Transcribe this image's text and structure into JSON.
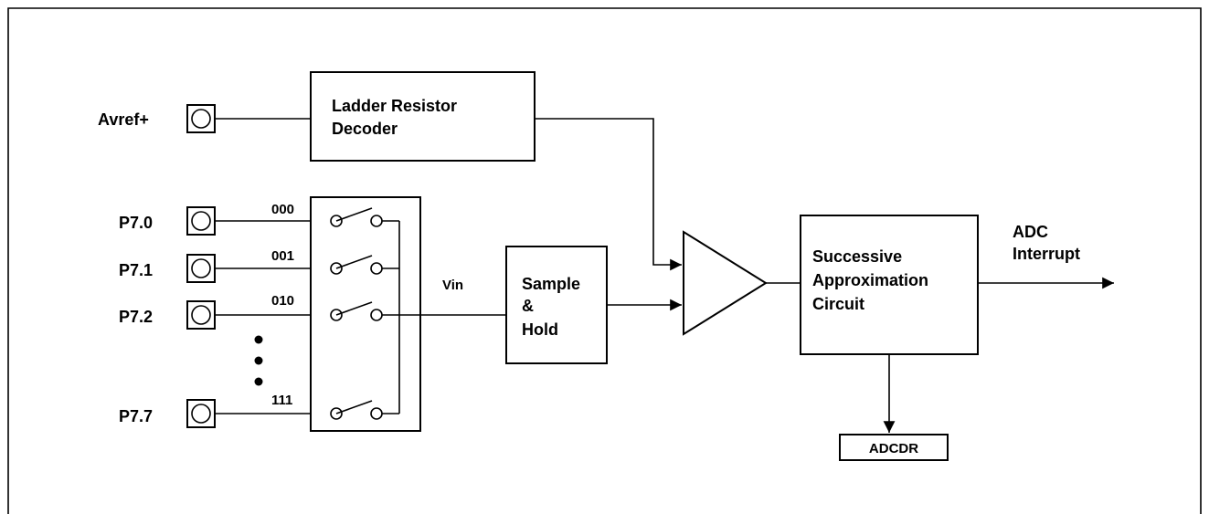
{
  "pins": {
    "avref": "Avref+",
    "p70": "P7.0",
    "p71": "P7.1",
    "p72": "P7.2",
    "p77": "P7.7"
  },
  "codes": {
    "c000": "000",
    "c001": "001",
    "c010": "010",
    "c111": "111"
  },
  "ladder": {
    "line1": "Ladder Resistor",
    "line2": "Decoder"
  },
  "vin": "Vin",
  "sample_hold": {
    "line1": "Sample",
    "line2": "&",
    "line3": "Hold"
  },
  "sac": {
    "line1": "Successive",
    "line2": "Approximation",
    "line3": "Circuit"
  },
  "adc_interrupt": {
    "line1": "ADC",
    "line2": "Interrupt"
  },
  "adcdr": "ADCDR"
}
